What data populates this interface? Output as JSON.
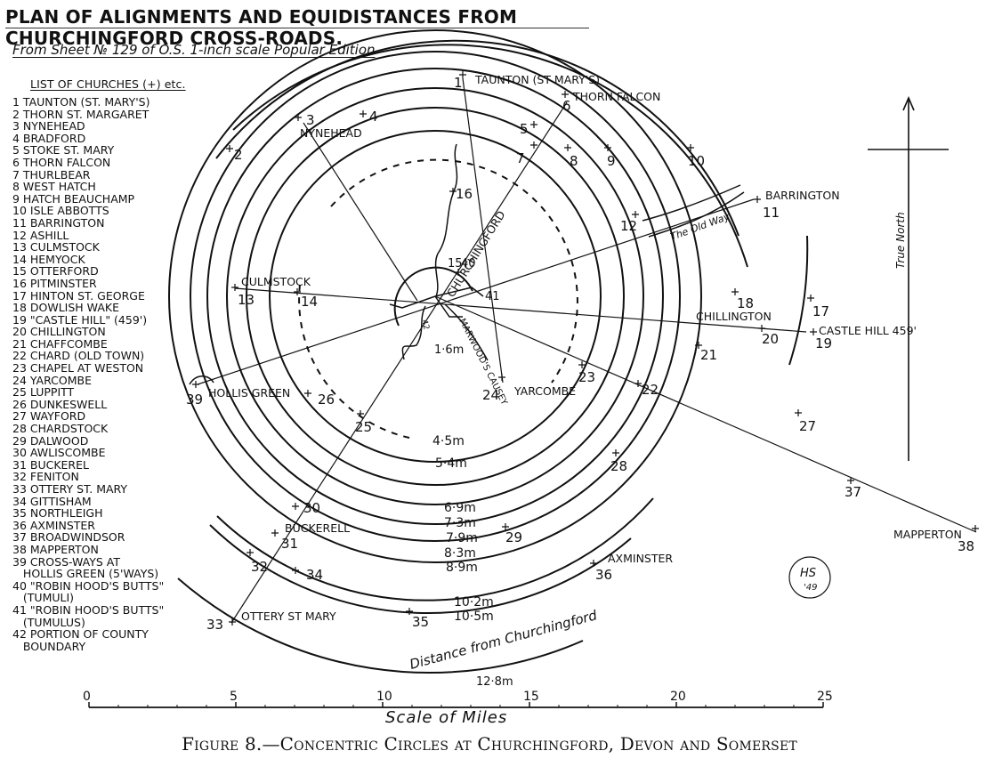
{
  "page": {
    "title": "PLAN OF ALIGNMENTS AND EQUIDISTANCES FROM CHURCHINGFORD CROSS-ROADS.",
    "source_note": "From Sheet № 129 of O.S. 1-inch scale Popular Edition",
    "caption": "Figure 8.—Concentric Circles at Churchingford, Devon and Somerset"
  },
  "legend": {
    "title": "LIST OF CHURCHES (+) etc.",
    "items": [
      "1 TAUNTON (ST. MARY'S)",
      "2 THORN ST. MARGARET",
      "3 NYNEHEAD",
      "4 BRADFORD",
      "5 STOKE ST. MARY",
      "6 THORN FALCON",
      "7 THURLBEAR",
      "8 WEST HATCH",
      "9 HATCH BEAUCHAMP",
      "10 ISLE ABBOTTS",
      "11 BARRINGTON",
      "12 ASHILL",
      "13 CULMSTOCK",
      "14 HEMYOCK",
      "15 OTTERFORD",
      "16 PITMINSTER",
      "17 HINTON ST. GEORGE",
      "18 DOWLISH WAKE",
      "19 \"CASTLE HILL\" (459')",
      "20 CHILLINGTON",
      "21 CHAFFCOMBE",
      "22 CHARD (OLD TOWN)",
      "23 CHAPEL AT WESTON",
      "24 YARCOMBE",
      "25 LUPPITT",
      "26 DUNKESWELL",
      "27 WAYFORD",
      "28 CHARDSTOCK",
      "29 DALWOOD",
      "30 AWLISCOMBE",
      "31 BUCKEREL",
      "32 FENITON",
      "33 OTTERY ST. MARY",
      "34 GITTISHAM",
      "35 NORTHLEIGH",
      "36 AXMINSTER",
      "37 BROADWINDSOR",
      "38 MAPPERTON",
      "39 CROSS-WAYS AT\n   HOLLIS GREEN (5'WAYS)",
      "40 \"ROBIN HOOD'S BUTTS\"\n   (TUMULI)",
      "41 \"ROBIN HOOD'S BUTTS\"\n   (TUMULUS)",
      "42 PORTION OF COUNTY\n   BOUNDARY"
    ]
  },
  "diagram": {
    "centre_label": "CHURCHINGFORD",
    "north_label": "True North",
    "monogram_lines": [
      "HS",
      "'49"
    ],
    "distance_note": "Distance from Churchingford",
    "circle_labels": [
      "1·6m",
      "4·5m",
      "5·4m",
      "6·9m",
      "7·3m",
      "7·9m",
      "8·3m",
      "8·9m",
      "10·2m",
      "10·5m",
      "12·8m"
    ],
    "road_labels": [
      "The Old Way",
      "MARWOOD'S CAUSEY",
      "42"
    ],
    "place_labels": [
      "TAUNTON (ST MARY'S)",
      "THORN FALCON",
      "NYNEHEAD",
      "BARRINGTON",
      "CULMSTOCK",
      "CHILLINGTON",
      "CASTLE HILL 459'",
      "HOLLIS GREEN",
      "YARCOMBE",
      "BUCKERELL",
      "AXMINSTER",
      "OTTERY ST MARY",
      "MAPPERTON"
    ],
    "marker_numbers": [
      "1",
      "2",
      "3",
      "4",
      "5",
      "6",
      "7",
      "8",
      "9",
      "10",
      "11",
      "12",
      "13",
      "14",
      "15",
      "40",
      "16",
      "17",
      "18",
      "19",
      "20",
      "21",
      "22",
      "23",
      "24",
      "25",
      "26",
      "27",
      "28",
      "29",
      "30",
      "31",
      "32",
      "33",
      "34",
      "35",
      "36",
      "37",
      "38",
      "39",
      "41"
    ]
  },
  "scale_bar": {
    "title": "Scale of Miles",
    "ticks": [
      "0",
      "5",
      "10",
      "15",
      "20",
      "25"
    ],
    "mile_values": [
      0,
      5,
      10,
      15,
      20,
      25
    ]
  }
}
